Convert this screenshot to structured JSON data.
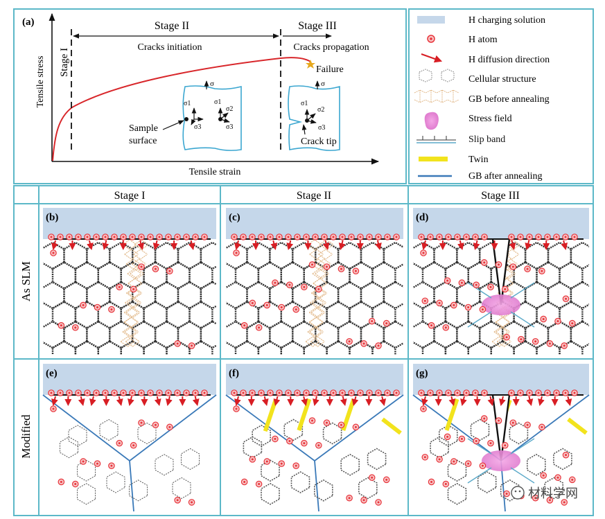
{
  "panel_a": {
    "label": "(a)",
    "stage_1": "Stage I",
    "stage_2": "Stage II",
    "stage_3": "Stage III",
    "cracks_initiation": "Cracks initiation",
    "cracks_propagation": "Cracks propagation",
    "failure": "Failure",
    "y_axis": "Tensile stress",
    "x_axis": "Tensile strain",
    "sample_surface_1": "Sample",
    "sample_surface_2": "surface",
    "crack_tip": "Crack tip",
    "sigma": "σ",
    "sigma_1": "σ1",
    "sigma_2": "σ2",
    "sigma_3": "σ3"
  },
  "legend": [
    {
      "label": "H charging solution",
      "icon": "h-charging-solution-swatch",
      "color": "#c5d7ea"
    },
    {
      "label": "H atom",
      "icon": "h-atom-icon",
      "color": "#e8343b"
    },
    {
      "label": "H diffusion direction",
      "icon": "h-diffusion-arrow-icon",
      "color": "#d81e24"
    },
    {
      "label": "Cellular structure",
      "icon": "cellular-structure-icon",
      "color": "#777777"
    },
    {
      "label": "GB before annealing",
      "icon": "gb-before-annealing-icon",
      "color": "#e2b98a"
    },
    {
      "label": "Stress field",
      "icon": "stress-field-icon",
      "color": "#e98ad6"
    },
    {
      "label": "Slip band",
      "icon": "slip-band-icon",
      "color": "#5aa9c9"
    },
    {
      "label": "Twin",
      "icon": "twin-icon",
      "color": "#f2e31d"
    },
    {
      "label": "GB after annealing",
      "icon": "gb-after-annealing-icon",
      "color": "#3a79b8"
    }
  ],
  "grid": {
    "col_headers": [
      "Stage I",
      "Stage II",
      "Stage III"
    ],
    "row_headers": [
      "As SLM",
      "Modified"
    ],
    "panel_labels": [
      "(b)",
      "(c)",
      "(d)",
      "(e)",
      "(f)",
      "(g)"
    ]
  },
  "watermark": "材料学网",
  "colors": {
    "border": "#5cb8c8",
    "solution": "#c5d7ea",
    "curve": "#d8262a",
    "h_atom": "#e8343b",
    "twin": "#f2e31d",
    "gb_after": "#3a79b8",
    "gb_before": "#e2b98a",
    "stress": "#e98ad6",
    "slip": "#5aa9c9"
  }
}
